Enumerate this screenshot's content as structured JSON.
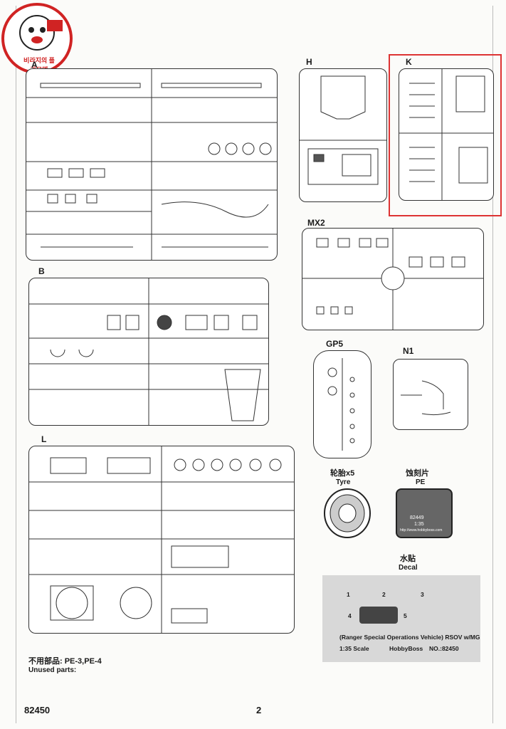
{
  "logo": {
    "text": "비라지의 플라모델"
  },
  "sprues": {
    "a": "A",
    "b": "B",
    "l": "L",
    "h": "H",
    "k": "K",
    "mx2": "MX2",
    "gp5": "GP5",
    "n1": "N1"
  },
  "tyre": {
    "cn": "轮胎x5",
    "en": "Tyre"
  },
  "pe": {
    "cn": "蚀刻片",
    "en": "PE",
    "sheet_code": "82449",
    "sheet_scale": "1:35",
    "sheet_url": "http://www.hobbyboss.com"
  },
  "decal": {
    "cn": "水贴",
    "en": "Decal",
    "items": [
      "1",
      "2",
      "3",
      "4",
      "5"
    ],
    "title": "(Ranger Special Operations Vehicle) RSOV w/MG",
    "scale": "1:35  Scale",
    "brand": "HobbyBoss",
    "number": "NO.:82450"
  },
  "unused": {
    "cn": "不用部品:  PE-3,PE-4",
    "en": "Unused parts:"
  },
  "footer": {
    "code": "82450",
    "page": "2"
  }
}
